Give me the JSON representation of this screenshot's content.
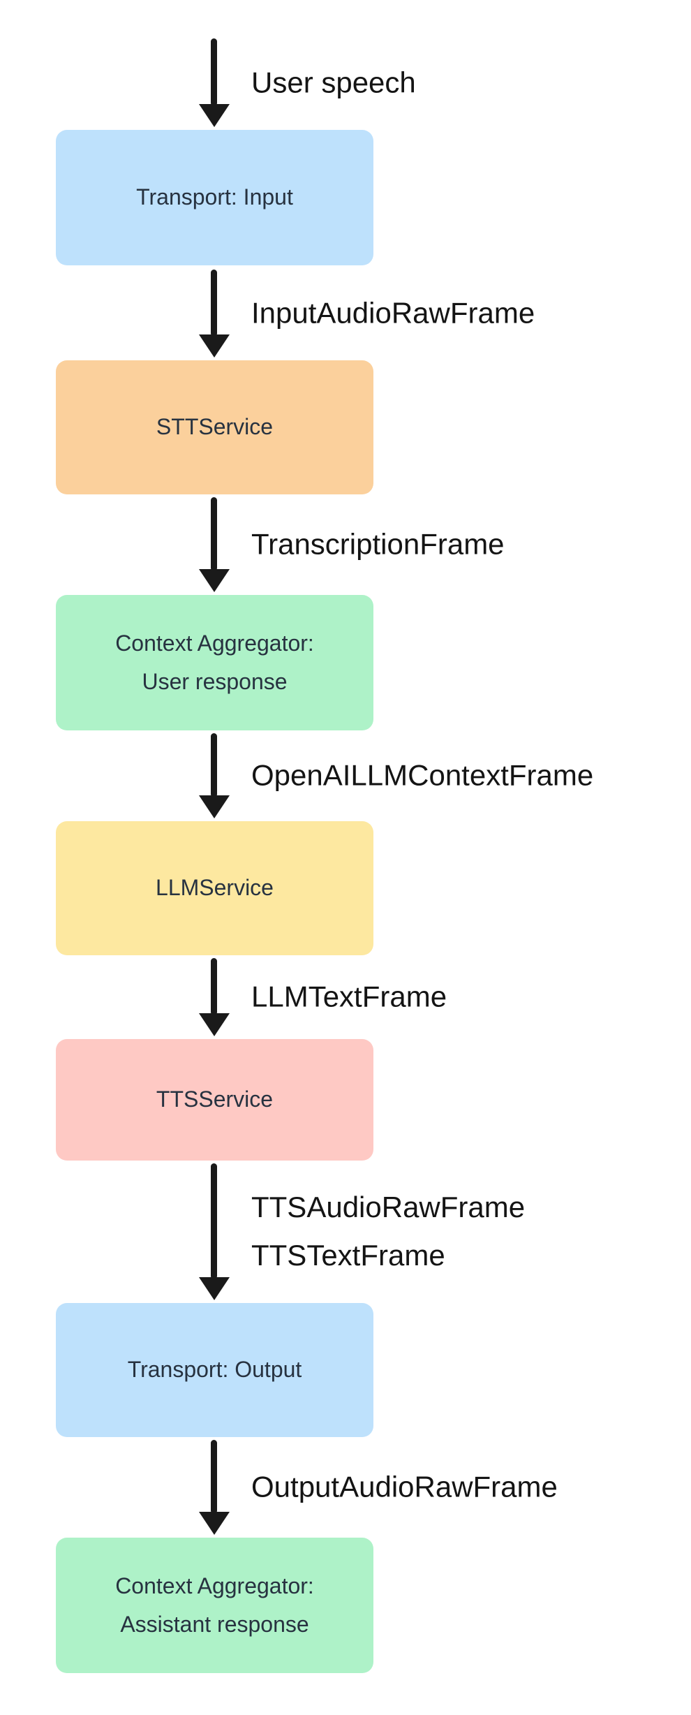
{
  "flow": {
    "nodes": [
      {
        "label": "Transport: Input",
        "type": "transport"
      },
      {
        "label": "STTService",
        "type": "stt"
      },
      {
        "label_line1": "Context Aggregator:",
        "label_line2": "User response",
        "type": "aggregator"
      },
      {
        "label": "LLMService",
        "type": "llm"
      },
      {
        "label": "TTSService",
        "type": "tts"
      },
      {
        "label": "Transport: Output",
        "type": "transport"
      },
      {
        "label_line1": "Context Aggregator:",
        "label_line2": "Assistant response",
        "type": "aggregator"
      }
    ],
    "edges": [
      {
        "label": "User speech"
      },
      {
        "label": "InputAudioRawFrame"
      },
      {
        "label": "TranscriptionFrame"
      },
      {
        "label": "OpenAILLMContextFrame"
      },
      {
        "label": "LLMTextFrame"
      },
      {
        "label_line1": "TTSAudioRawFrame",
        "label_line2": "TTSTextFrame"
      },
      {
        "label": "OutputAudioRawFrame"
      }
    ],
    "colors": {
      "transport": "#bee1fc",
      "stt": "#fbd09c",
      "aggregator": "#aef2c8",
      "llm": "#fde8a0",
      "tts": "#fec9c4",
      "arrow": "#1a1a1a",
      "node_text": "#273240",
      "edge_text": "#141414",
      "background": "#ffffff"
    }
  }
}
